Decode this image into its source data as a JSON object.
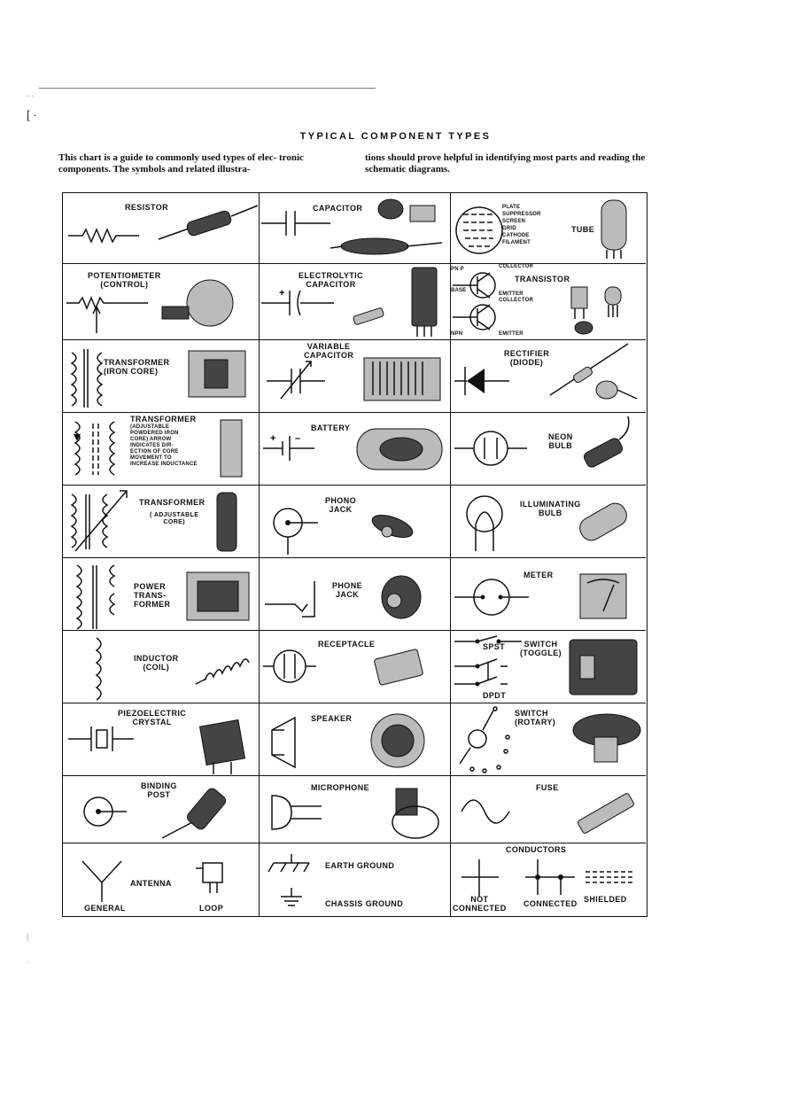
{
  "page": {
    "title": "TYPICAL COMPONENT TYPES",
    "intro_left": "This chart is a guide to commonly used types of elec- tronic components. The symbols and related illustra-",
    "intro_right": "tions should prove helpful in identifying most parts and reading the schematic diagrams."
  },
  "cells": {
    "resistor": "RESISTOR",
    "capacitor": "CAPACITOR",
    "tube": "TUBE",
    "tube_parts": [
      "PLATE",
      "SUPPRESSOR",
      "SCREEN",
      "GRID",
      "CATHODE",
      "FILAMENT"
    ],
    "potentiometer": "POTENTIOMETER",
    "potentiometer_sub": "(CONTROL)",
    "electrolytic": "ELECTROLYTIC",
    "electrolytic_sub": "CAPACITOR",
    "transistor": "TRANSISTOR",
    "pnp": "PN P",
    "npn": "NPN",
    "base": "BASE",
    "collector": "COLLECTOR",
    "emitter_collector": "EMITTER COLLECTOR",
    "emitter": "EMITTER",
    "variable": "VARIABLE",
    "variable_sub": "CAPACITOR",
    "transformer_iron": "TRANSFORMER",
    "transformer_iron_sub": "(IRON CORE)",
    "rectifier": "RECTIFIER",
    "rectifier_sub": "(DIODE)",
    "transformer_adj": "TRANSFORMER",
    "transformer_adj_note": [
      "(ADJUSTABLE",
      "POWDERED IRON",
      "CORE) ARROW",
      "INDICATES DIR-",
      "ECTION OF CORE",
      "MOVEMENT TO",
      "INCREASE INDUCTANCE"
    ],
    "battery": "BATTERY",
    "neon": "NEON",
    "neon_sub": "BULB",
    "transformer_core": "TRANSFORMER",
    "transformer_core_sub": "( ADJUSTABLE",
    "transformer_core_sub2": "CORE)",
    "phono": "PHONO",
    "phono_sub": "JACK",
    "illuminating": "ILLUMINATING",
    "illuminating_sub": "BULB",
    "power_trans": [
      "POWER",
      "TRANS-",
      "FORMER"
    ],
    "phone": "PHONE",
    "phone_sub": "JACK",
    "meter": "METER",
    "inductor": "INDUCTOR",
    "inductor_sub": "(COIL)",
    "receptacle": "RECEPTACLE",
    "spst": "SPST",
    "switch_toggle": "SWITCH",
    "switch_toggle_sub": "(TOGGLE)",
    "dpdt": "DPDT",
    "piezo": "PIEZOELECTRIC",
    "piezo_sub": "CRYSTAL",
    "speaker": "SPEAKER",
    "switch_rotary": "SWITCH",
    "switch_rotary_sub": "(ROTARY)",
    "binding": "BINDING",
    "binding_sub": "POST",
    "microphone": "MICROPHONE",
    "fuse": "FUSE",
    "antenna": "ANTENNA",
    "general": "GENERAL",
    "loop": "LOOP",
    "earth_ground": "EARTH GROUND",
    "chassis_ground": "CHASSIS GROUND",
    "conductors": "CONDUCTORS",
    "not_connected": [
      "NOT",
      "CONNECTED"
    ],
    "connected": "CONNECTED",
    "shielded": "SHIELDED"
  }
}
